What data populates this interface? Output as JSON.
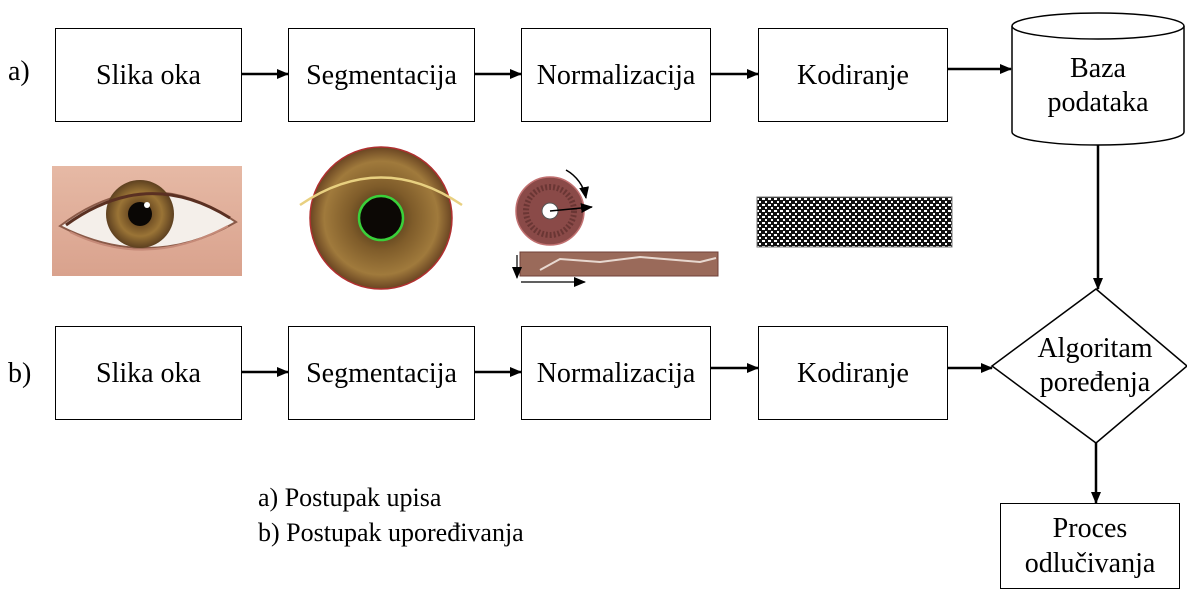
{
  "row_a": {
    "label": "a)",
    "steps": [
      "Slika oka",
      "Segmentacija",
      "Normalizacija",
      "Kodiranje"
    ]
  },
  "row_b": {
    "label": "b)",
    "steps": [
      "Slika oka",
      "Segmentacija",
      "Normalizacija",
      "Kodiranje"
    ]
  },
  "database": {
    "line1": "Baza",
    "line2": "podataka"
  },
  "decision_diamond": {
    "line1": "Algoritam",
    "line2": "poređenja"
  },
  "result": {
    "line1": "Proces",
    "line2": "odlučivanja"
  },
  "legend": {
    "a": "a) Postupak upisa",
    "b": "b) Postupak upoređivanja"
  },
  "illustrations": [
    "eye-photo",
    "segmented-iris",
    "normalized-iris-strip",
    "iris-code-barcode"
  ]
}
